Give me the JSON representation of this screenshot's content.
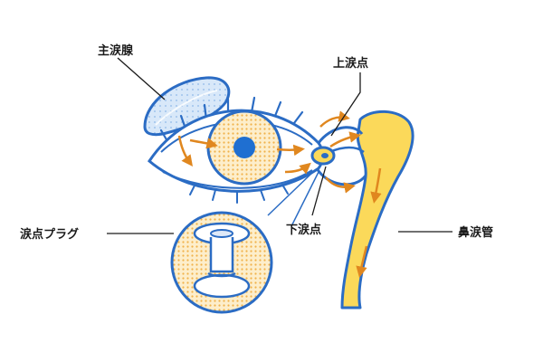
{
  "labels": {
    "main_lacrimal_gland": "主涙腺",
    "upper_punctum": "上涙点",
    "lower_punctum": "下涙点",
    "punctal_plug": "涙点プラグ",
    "nasolacrimal_duct": "鼻涙管"
  },
  "colors": {
    "outline": "#2b6cc4",
    "gland_fill": "#cfe2f7",
    "eye_fill": "#fbe4b2",
    "iris_dots": "#f1b24a",
    "pupil": "#1f6fd1",
    "duct_fill": "#fbd95a",
    "arrow": "#e0871f",
    "leader": "#1a1a1a"
  }
}
